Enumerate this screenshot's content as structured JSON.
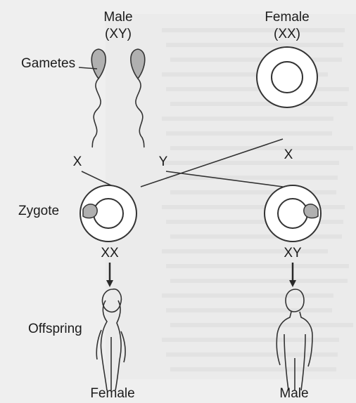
{
  "diagram": {
    "parents": {
      "male": {
        "title": "Male",
        "genotype": "(XY)"
      },
      "female": {
        "title": "Female",
        "genotype": "(XX)"
      }
    },
    "labels": {
      "gametes": "Gametes",
      "zygote": "Zygote",
      "offspring": "Offspring"
    },
    "gametes": {
      "male_x": "X",
      "male_y": "Y",
      "female_x": "X"
    },
    "zygotes": {
      "left": "XX",
      "right": "XY"
    },
    "offspring": {
      "left": "Female",
      "right": "Male"
    }
  }
}
